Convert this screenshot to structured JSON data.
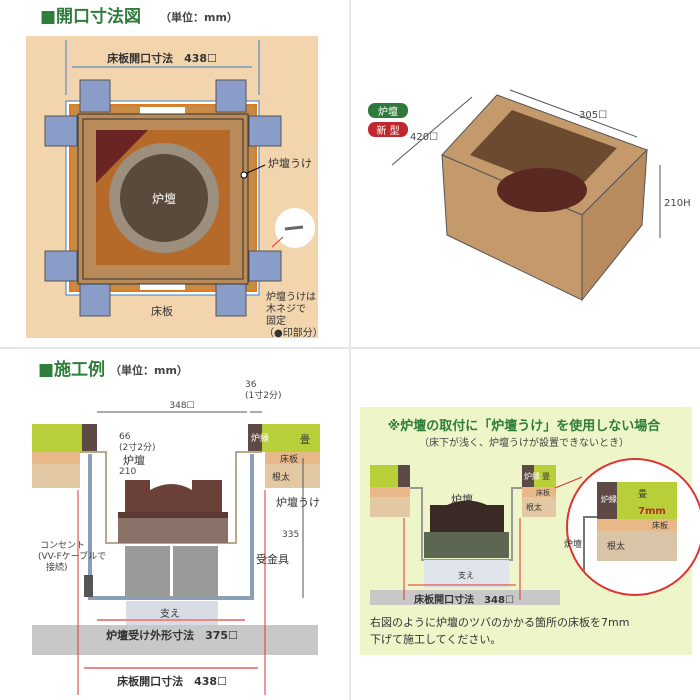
{
  "opening_diagram": {
    "title": "■開口寸法図",
    "unit": "（単位：mm）",
    "floor_opening_label": "床板開口寸法　438☐",
    "rodan_uke_label": "炉壇うけ",
    "rodan_label": "炉壇",
    "floor_label": "床板",
    "screw_note_lines": [
      "炉壇うけは",
      "木ネジで",
      "固定",
      "（●印部分）"
    ]
  },
  "product_view": {
    "badge_rodan": "炉壇",
    "badge_new": "新 型",
    "width_dim": "305☐",
    "depth_dim": "420☐",
    "height_dim": "210H",
    "colors": {
      "badge_rodan": "#2f7a3b",
      "badge_new": "#c0282d"
    }
  },
  "construction_example": {
    "title": "■施工例",
    "unit": "（単位：mm）",
    "dim_348": "348☐",
    "dim_36": "36",
    "dim_36_sub": "(1寸2分)",
    "dim_66": "66",
    "dim_66_sub": "(2寸2分)",
    "dim_210": "210",
    "dim_335": "335",
    "label_rodan": "炉壇",
    "label_robuchi": "炉縁",
    "label_tatami": "畳",
    "label_floor": "床板",
    "label_joist": "根太",
    "label_rodan_uke": "炉壇うけ",
    "label_bracket": "受金具",
    "label_outlet_lines": [
      "コンセント",
      "(VV-Fケーブルで",
      "接続)"
    ],
    "label_support": "支え",
    "dim_outer": "炉壇受け外形寸法　375☐",
    "dim_opening": "床板開口寸法　438☐"
  },
  "without_uke": {
    "heading": "※炉壇の取付に「炉壇うけ」を使用しない場合",
    "subheading": "（床下が浅く、炉壇うけが設置できないとき）",
    "label_rodan": "炉壇",
    "label_robuchi": "炉縁",
    "label_tatami": "畳",
    "label_floor": "床板",
    "label_joist": "根太",
    "label_support": "支え",
    "dim_opening": "床板開口寸法　348☐",
    "dim_7mm": "7mm",
    "note_lines": [
      "右図のように炉壇のツバのかかる箇所の床板を7mm",
      "下げて施工してください。"
    ]
  }
}
